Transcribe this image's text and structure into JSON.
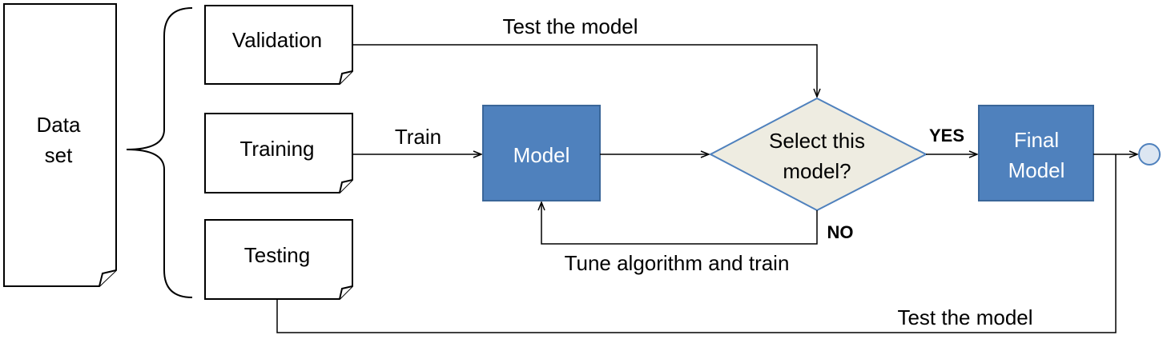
{
  "nodes": {
    "dataset": {
      "line1": "Data",
      "line2": "set"
    },
    "validation": {
      "label": "Validation"
    },
    "training": {
      "label": "Training"
    },
    "testing": {
      "label": "Testing"
    },
    "model": {
      "label": "Model"
    },
    "decision": {
      "line1": "Select this",
      "line2": "model?"
    },
    "final_model": {
      "line1": "Final",
      "line2": "Model"
    }
  },
  "edges": {
    "train": "Train",
    "test_top": "Test the model",
    "tune": "Tune algorithm and train",
    "yes": "YES",
    "no": "NO",
    "test_bottom": "Test the model"
  },
  "colors": {
    "process_fill": "#4F81BD",
    "process_stroke": "#3A6699",
    "decision_fill": "#EEECE1",
    "decision_stroke": "#4F81BD",
    "terminal_fill": "#DCE6F2",
    "line": "#000000"
  }
}
